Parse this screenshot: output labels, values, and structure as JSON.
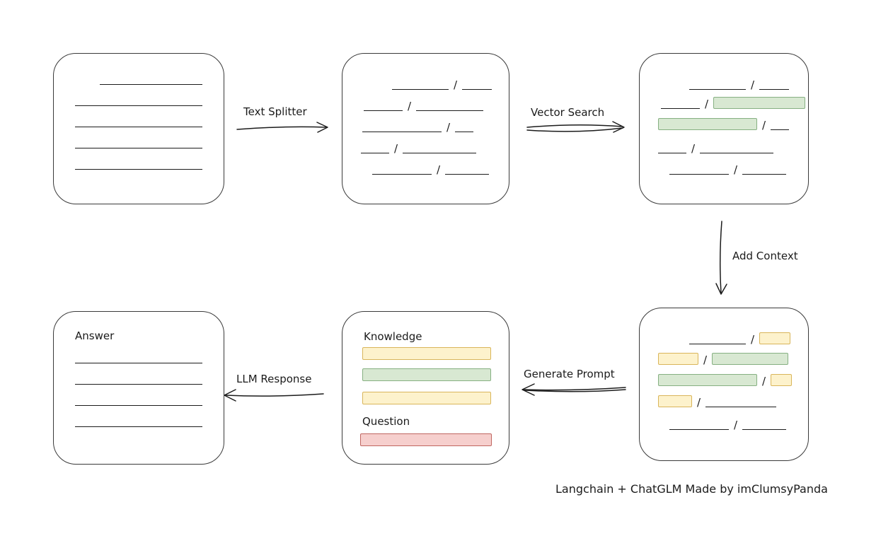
{
  "diagram": {
    "caption": "Langchain + ChatGLM Made by imClumsyPanda"
  },
  "labels": {
    "text_splitter": "Text Splitter",
    "vector_search": "Vector Search",
    "add_context": "Add Context",
    "generate_prompt": "Generate Prompt",
    "llm_response": "LLM Response",
    "knowledge": "Knowledge",
    "question": "Question",
    "answer": "Answer",
    "slash": "/"
  },
  "colors": {
    "stroke": "#1b1b1b",
    "box_border": "#3a3a3a",
    "green_fill": "#d8e8d2",
    "green_stroke": "#86b082",
    "yellow_fill": "#fdf2cc",
    "yellow_stroke": "#d9b55a",
    "red_fill": "#f6cfcd",
    "red_stroke": "#c06660"
  }
}
